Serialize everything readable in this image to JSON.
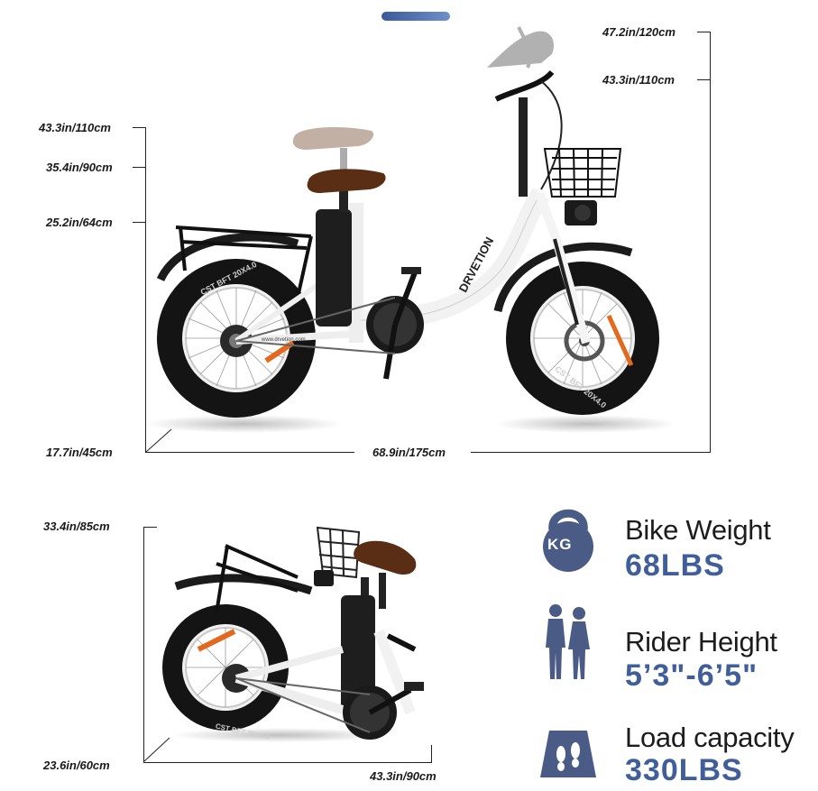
{
  "dimensions_unfolded": {
    "handlebar_max": "47.2in/120cm",
    "handlebar_min": "43.3in/110cm",
    "seat_max": "43.3in/110cm",
    "seat_mid": "35.4in/90cm",
    "seat_min": "25.2in/64cm",
    "width": "17.7in/45cm",
    "length": "68.9in/175cm"
  },
  "dimensions_folded": {
    "height": "33.4in/85cm",
    "width": "23.6in/60cm",
    "length": "43.3in/90cm"
  },
  "bike_text": {
    "brand": "DRVETION",
    "tire_text": "CST BFT 20X4.0",
    "website": "www.drvetion.com"
  },
  "specs": [
    {
      "icon": "kettlebell-icon",
      "icon_text": "KG",
      "label": "Bike Weight",
      "value": "68LBS"
    },
    {
      "icon": "rider-silhouette-icon",
      "label": "Rider Height",
      "value": "5’3\"-6’5\""
    },
    {
      "icon": "footprints-icon",
      "label": "Load capacity",
      "value": "330LBS"
    }
  ],
  "colors": {
    "accent": "#3f5e9a",
    "frame": "#f4f4f4",
    "tire": "#141414",
    "orange": "#e2691d"
  }
}
